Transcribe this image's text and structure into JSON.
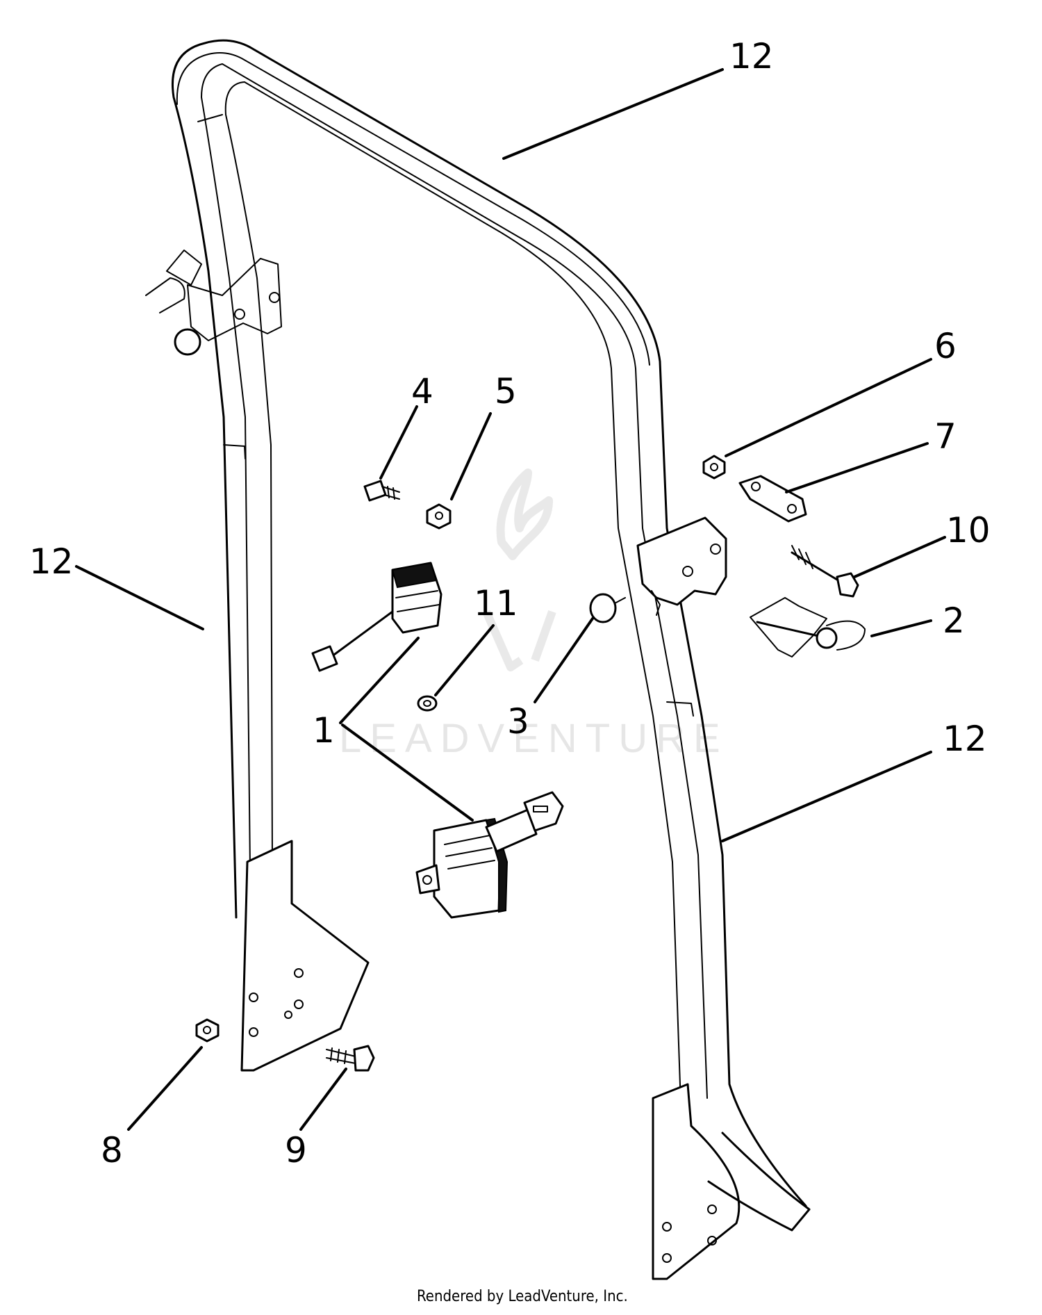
{
  "watermark": {
    "text": "LEADVENTURE"
  },
  "callouts": {
    "c1": "1",
    "c2": "2",
    "c3": "3",
    "c4": "4",
    "c5": "5",
    "c6": "6",
    "c7": "7",
    "c8": "8",
    "c9": "9",
    "c10": "10",
    "c11": "11",
    "c12_top": "12",
    "c12_left": "12",
    "c12_right": "12"
  },
  "footer": {
    "credit": "Rendered by LeadVenture, Inc."
  }
}
